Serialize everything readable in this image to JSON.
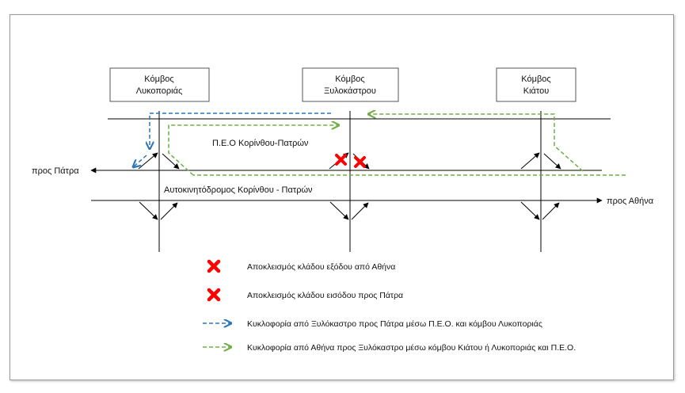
{
  "nodes": [
    {
      "line1": "Κόμβος",
      "line2": "Λυκοποριάς"
    },
    {
      "line1": "Κόμβος",
      "line2": "Ξυλοκάστρου"
    },
    {
      "line1": "Κόμβος",
      "line2": "Κιάτου"
    }
  ],
  "labels": {
    "to_patra": "προς Πάτρα",
    "to_athina": "προς Αθήνα",
    "peo": "Π.Ε.Ο Κορίνθου-Πατρών",
    "motorway": "Αυτοκινητόδρομος Κορίνθου - Πατρών"
  },
  "legend": [
    {
      "symbol": "red-x",
      "text": "Αποκλεισμός κλάδου εξόδου από Αθήνα"
    },
    {
      "symbol": "red-x",
      "text": "Αποκλεισμός κλάδου εισόδου προς Πάτρα"
    },
    {
      "symbol": "blue-dashed-arrow",
      "text": "Κυκλοφορία από Ξυλόκαστρο προς Πάτρα μέσω Π.Ε.Ο. και  κόμβου Λυκοποριάς"
    },
    {
      "symbol": "green-dashed-arrow",
      "text": "Κυκλοφορία από Αθήνα προς Ξυλόκαστρο μέσω κόμβου Κιάτου ή Λυκοποριάς και Π.Ε.Ο."
    }
  ],
  "colors": {
    "blue_route": "#2e75b6",
    "green_route": "#70ad47",
    "closure": "#ff0000",
    "road": "#000000"
  }
}
